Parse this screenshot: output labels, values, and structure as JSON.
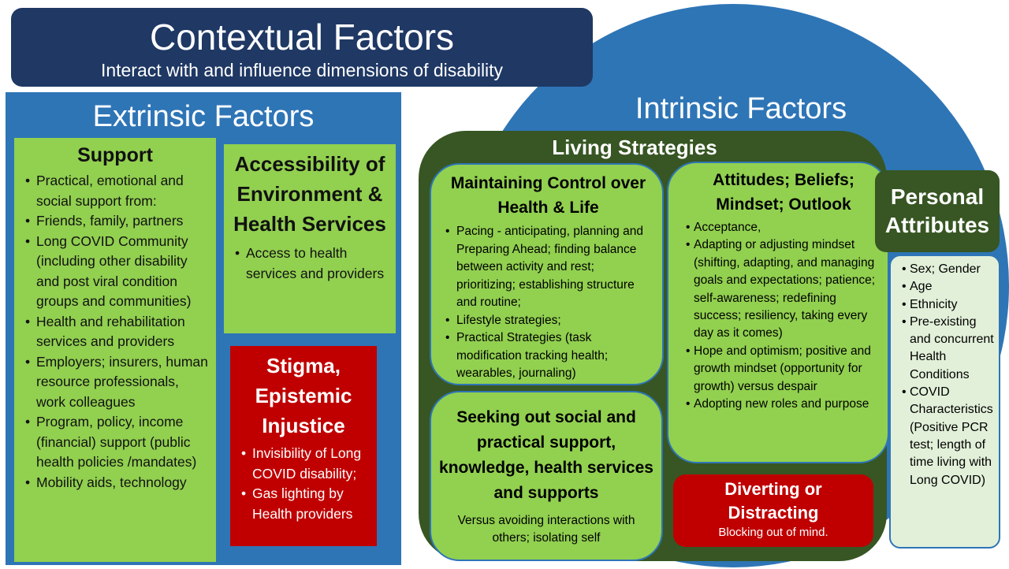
{
  "header": {
    "title": "Contextual Factors",
    "subtitle": "Interact with and influence dimensions of disability"
  },
  "extrinsic": {
    "title": "Extrinsic Factors",
    "support": {
      "title": "Support",
      "items": [
        "Practical, emotional and social support from:",
        "Friends, family, partners",
        "Long COVID Community (including other disability and post viral condition groups and communities)",
        "Health and rehabilitation services and providers",
        "Employers; insurers, human resource professionals,  work colleagues",
        "Program, policy, income (financial) support (public health policies /mandates)",
        "Mobility aids, technology"
      ]
    },
    "accessibility": {
      "title": "Accessibility of Environment & Health Services",
      "items": [
        "Access to health services and providers"
      ]
    },
    "stigma": {
      "title": "Stigma, Epistemic Injustice",
      "items": [
        "Invisibility of Long COVID disability;",
        "Gas lighting by Health providers"
      ]
    }
  },
  "intrinsic": {
    "title": "Intrinsic Factors",
    "living_strategies": {
      "title": "Living Strategies",
      "maintaining": {
        "title": "Maintaining Control over Health & Life",
        "items": [
          "Pacing - anticipating, planning and Preparing Ahead; finding balance between activity and rest; prioritizing; establishing structure and routine;",
          "Lifestyle strategies;",
          "Practical Strategies (task modification tracking health; wearables, journaling)"
        ]
      },
      "attitudes": {
        "title": "Attitudes; Beliefs; Mindset; Outlook",
        "items": [
          "Acceptance,",
          "Adapting or adjusting mindset (shifting, adapting, and managing goals and expectations; patience; self-awareness; redefining success; resiliency, taking every day as it comes)",
          "Hope and optimism; positive and growth mindset (opportunity for growth) versus despair",
          "Adopting new roles and purpose"
        ]
      },
      "seeking": {
        "title": "Seeking out social and practical support, knowledge, health services and supports",
        "note": "Versus avoiding interactions with others; isolating self"
      },
      "diverting": {
        "title": "Diverting or Distracting",
        "note": "Blocking  out of mind."
      }
    },
    "personal": {
      "title": "Personal Attributes",
      "items": [
        "Sex; Gender",
        "Age",
        "Ethnicity",
        "Pre-existing and concurrent Health Conditions",
        "COVID Characteristics (Positive PCR test; length of time living with Long COVID)"
      ]
    }
  },
  "colors": {
    "navy": "#1f3864",
    "blue": "#2e75b6",
    "green": "#92d050",
    "dark_green": "#375623",
    "red": "#c00000",
    "light_green": "#e2f0d9"
  }
}
